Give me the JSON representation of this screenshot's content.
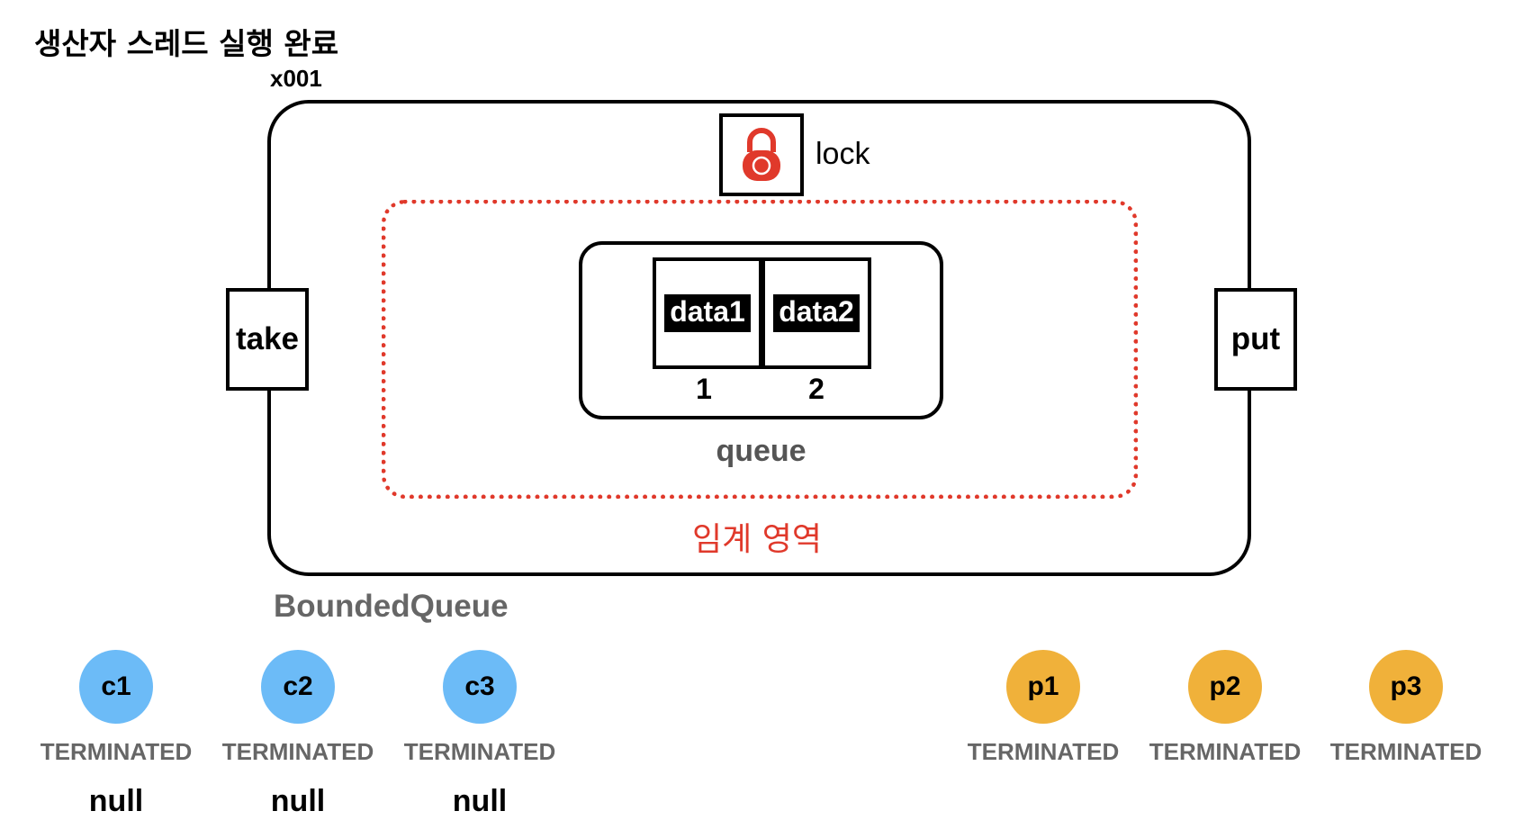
{
  "title": "생산자 스레드 실행 완료",
  "queue_instance": {
    "address": "x001",
    "name": "BoundedQueue",
    "lock_label": "lock",
    "take_label": "take",
    "put_label": "put",
    "critical_section_label": "임계 영역",
    "queue_label": "queue",
    "slots": [
      {
        "index": "1",
        "value": "data1"
      },
      {
        "index": "2",
        "value": "data2"
      }
    ]
  },
  "consumers": [
    {
      "name": "c1",
      "state": "TERMINATED",
      "result": "null"
    },
    {
      "name": "c2",
      "state": "TERMINATED",
      "result": "null"
    },
    {
      "name": "c3",
      "state": "TERMINATED",
      "result": "null"
    }
  ],
  "producers": [
    {
      "name": "p1",
      "state": "TERMINATED"
    },
    {
      "name": "p2",
      "state": "TERMINATED"
    },
    {
      "name": "p3",
      "state": "TERMINATED"
    }
  ],
  "colors": {
    "critical_section": "#e0392b",
    "lock_icon": "#e0392b",
    "consumer": "#6cbbf7",
    "producer": "#f0b13a",
    "muted_text": "#666666"
  }
}
